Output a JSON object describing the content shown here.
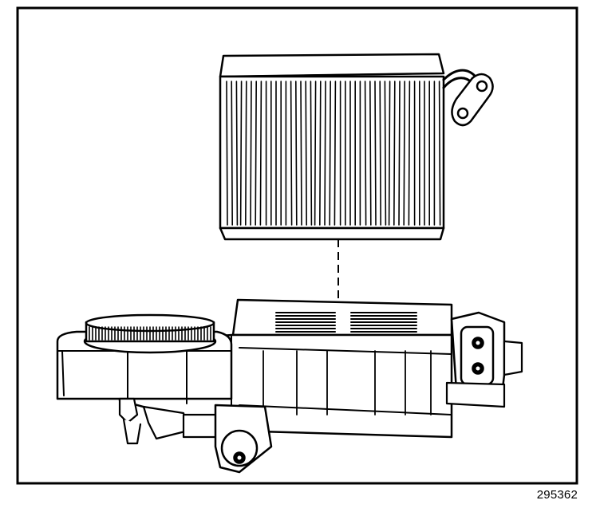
{
  "figure": {
    "number": "295362"
  },
  "colors": {
    "ink": "#000000",
    "paper": "#ffffff",
    "shade": "#bdbdbd"
  },
  "parts": [
    {
      "name": "evaporator-core",
      "description_visible": false
    },
    {
      "name": "blower-evaporator-housing",
      "description_visible": false
    }
  ]
}
